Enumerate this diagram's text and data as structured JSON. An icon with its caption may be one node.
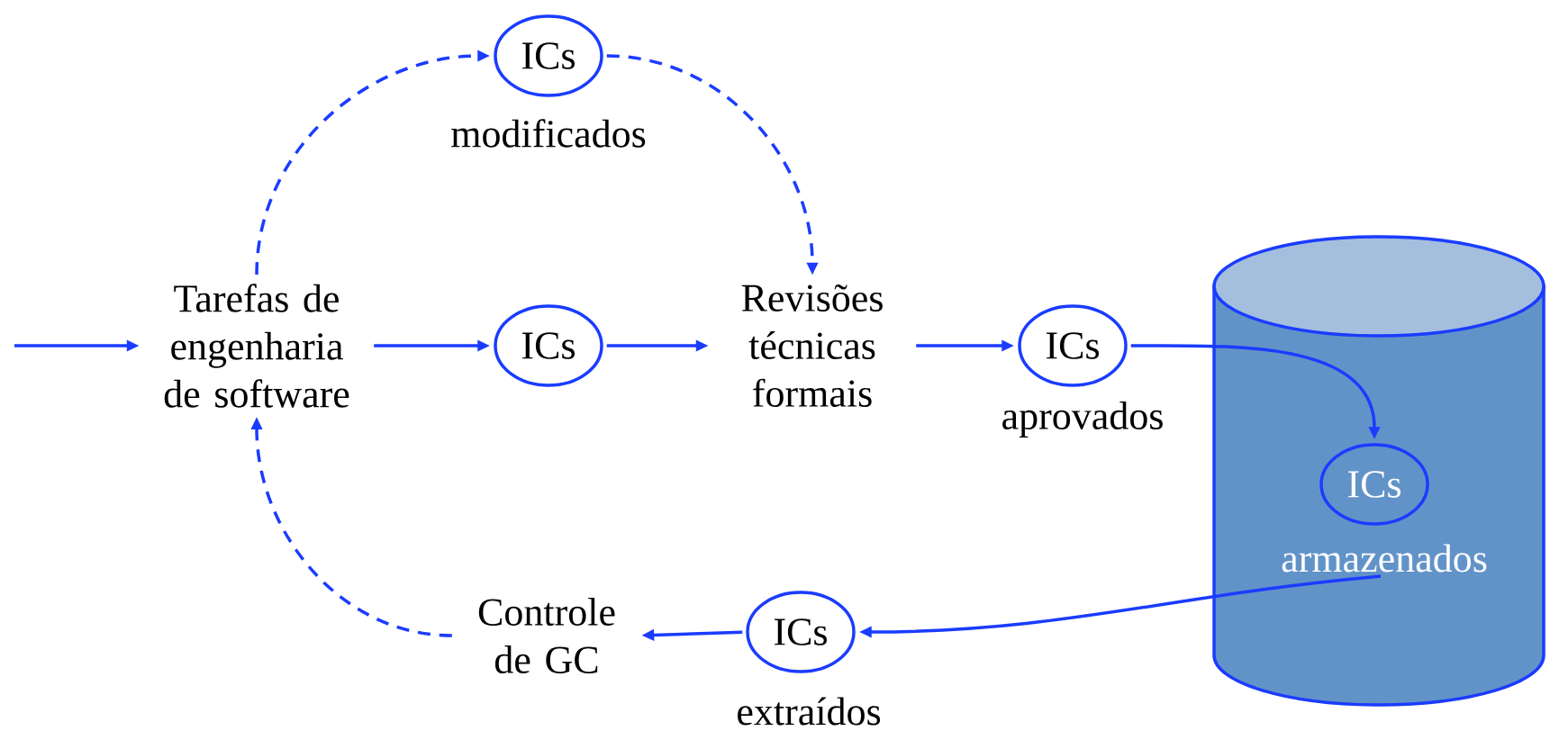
{
  "diagram": {
    "nodes": [
      {
        "text": [
          "Tarefas de engenharia de software"
        ]
      },
      {
        "text": [
          "ICs"
        ],
        "beside": [
          "modificados"
        ]
      },
      {
        "text": [
          "ICs"
        ]
      },
      {
        "text": [
          "Revisões técnicas formais"
        ]
      },
      {
        "text": [
          "ICs"
        ],
        "beside": [
          "aprovados"
        ]
      },
      {
        "text": [],
        "shape": "cylinder"
      },
      {
        "text": [
          "ICs"
        ],
        "beside": [
          "armazenados"
        ],
        "in": 5
      },
      {
        "text": [
          "ICs"
        ],
        "beside": [
          "extraídos"
        ]
      },
      {
        "text": [
          "Controle de GC"
        ]
      }
    ],
    "edges": [
      {
        "from": null,
        "to": 0,
        "arrow": "to"
      },
      {
        "from": 0,
        "to": 1,
        "arrow": "to",
        "style": "dashed"
      },
      {
        "from": 1,
        "to": 3,
        "arrow": "to",
        "style": "dashed"
      },
      {
        "from": 0,
        "to": 2,
        "arrow": "to"
      },
      {
        "from": 2,
        "to": 3,
        "arrow": "to"
      },
      {
        "from": 3,
        "to": 4,
        "arrow": "to"
      },
      {
        "from": 4,
        "to": 6,
        "arrow": "to"
      },
      {
        "from": 6,
        "to": 7,
        "arrow": "to"
      },
      {
        "from": 7,
        "to": 8,
        "arrow": "to"
      },
      {
        "from": 8,
        "to": 0,
        "arrow": "to",
        "style": "dashed"
      }
    ]
  }
}
